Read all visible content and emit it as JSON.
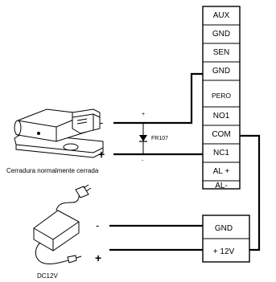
{
  "terminal_block_top": [
    {
      "label": "AUX"
    },
    {
      "label": "GND"
    },
    {
      "label": "SEN"
    },
    {
      "label": "GND"
    },
    {
      "label": "PERO"
    },
    {
      "label": "NO1"
    },
    {
      "label": "COM"
    },
    {
      "label": "NC1"
    },
    {
      "label": "AL +"
    },
    {
      "label": "AL-"
    }
  ],
  "terminal_block_bottom": [
    {
      "label": "GND"
    },
    {
      "label": "+ 12V"
    }
  ],
  "lock": {
    "caption": "Cerradura normalmente cerrada",
    "minus_sign": "-",
    "plus_sign": "+"
  },
  "diode": {
    "label": "FR107",
    "plus_mark": "+",
    "minus_mark": "-"
  },
  "power_supply": {
    "caption": "DC12V",
    "minus_sign": "-",
    "plus_sign": "+"
  },
  "colors": {
    "line": "#000000",
    "background": "#ffffff"
  }
}
